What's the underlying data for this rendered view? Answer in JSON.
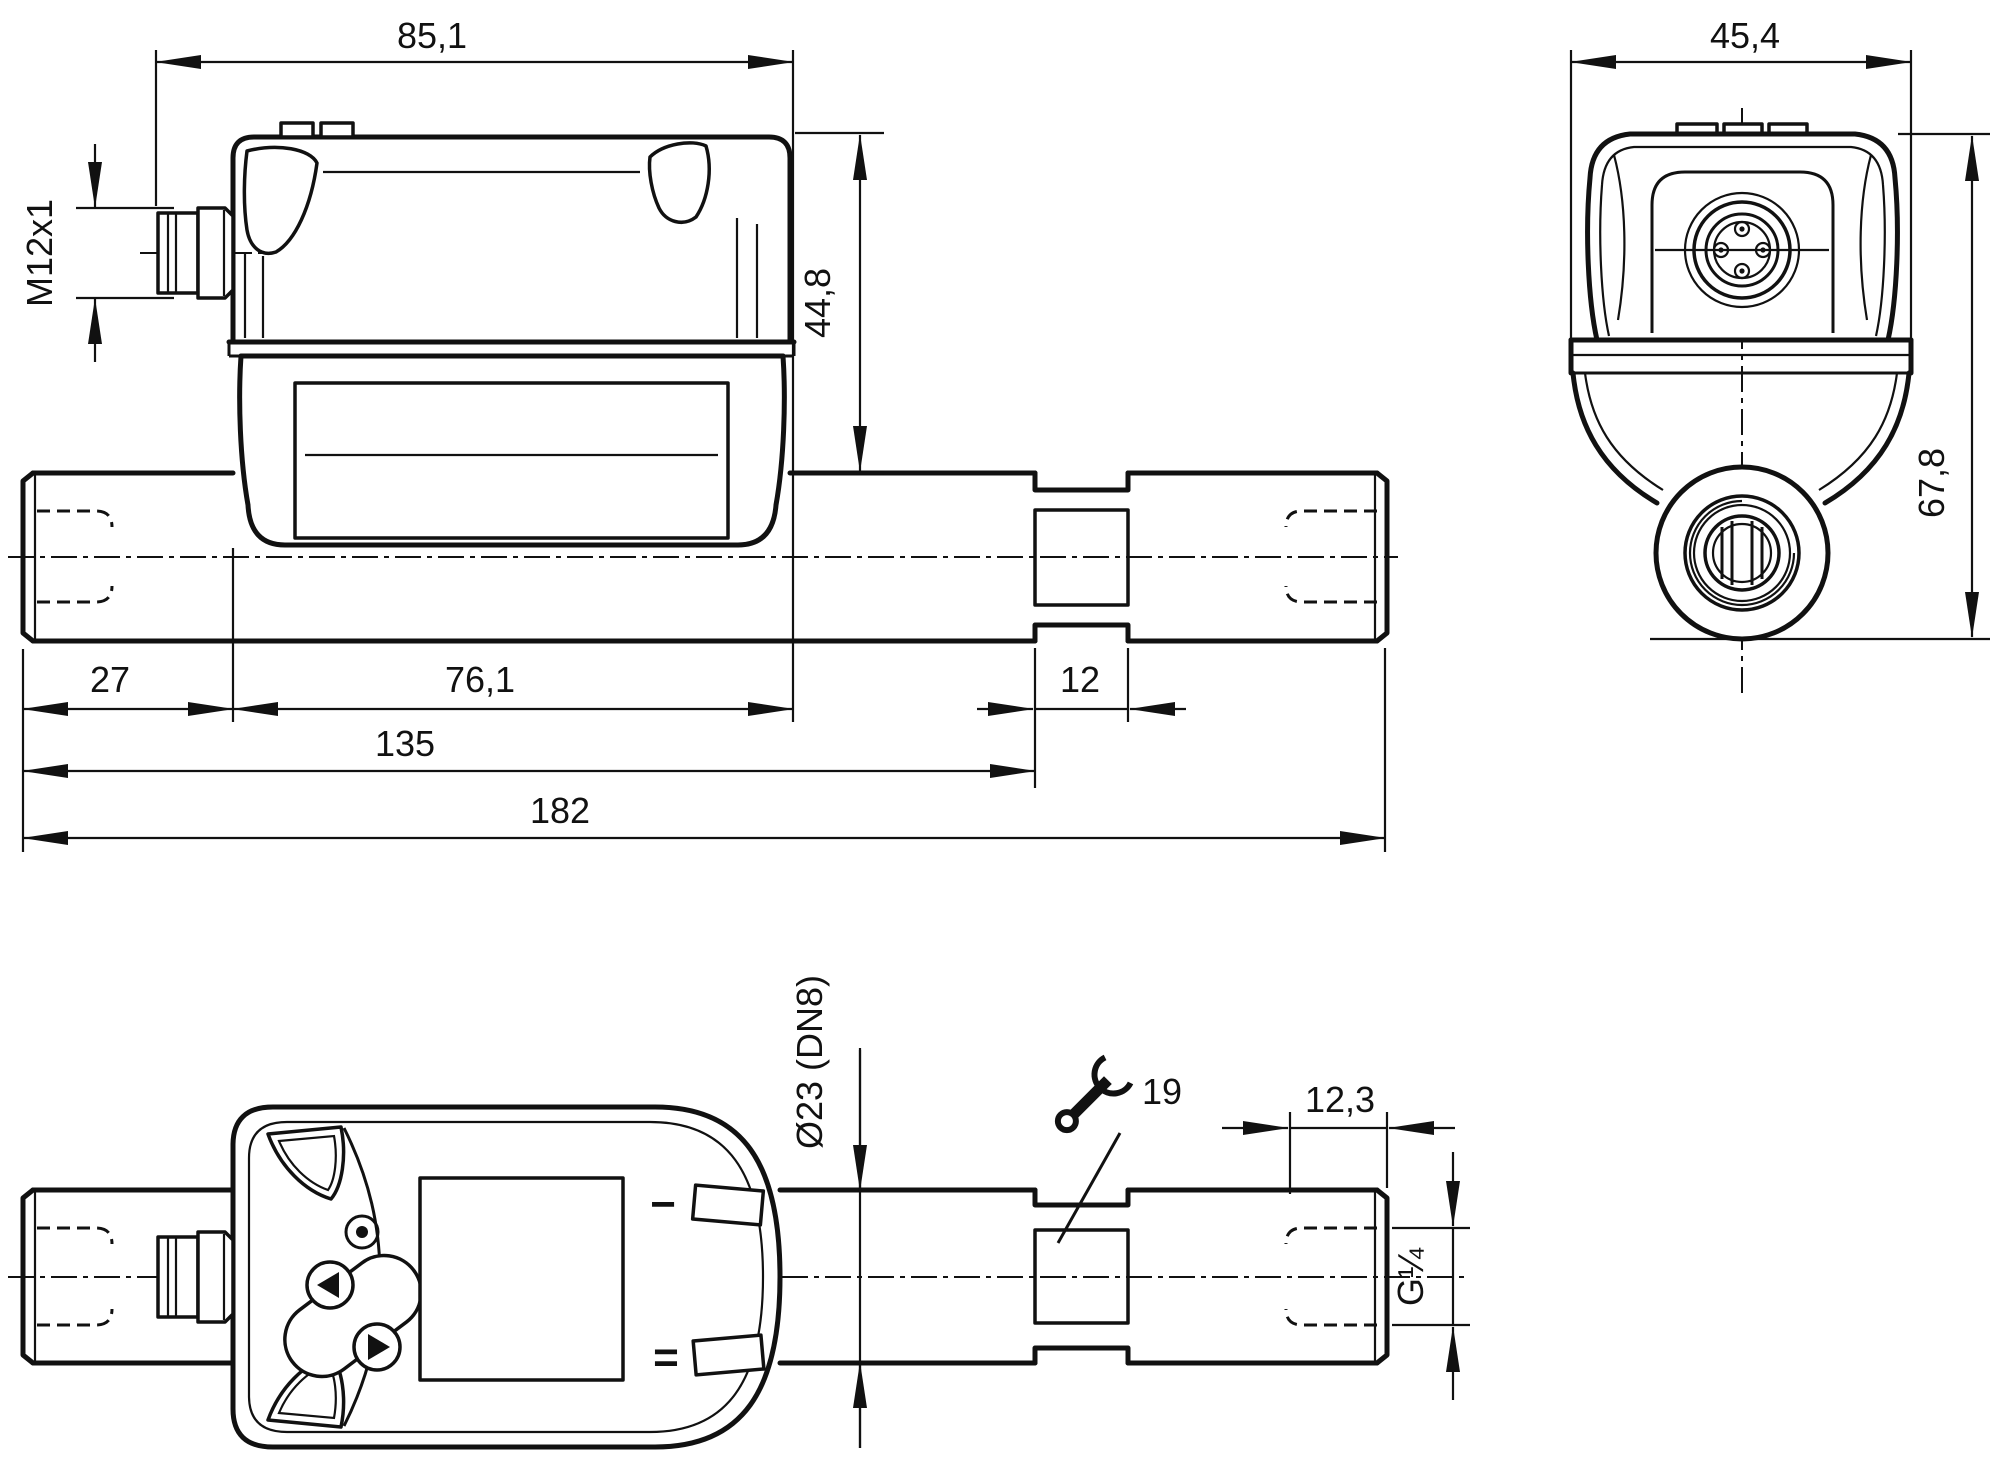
{
  "drawing_labels": {
    "side_view": {
      "width_top": "85,1",
      "connector_thread": "M12x1",
      "housing_height": "44,8",
      "inlet_length": "27",
      "housing_length": "76,1",
      "flat_length": "12",
      "length_to_flat": "135",
      "overall_length": "182"
    },
    "front_view": {
      "width": "45,4",
      "height": "67,8"
    },
    "top_view": {
      "pipe_diameter": "Ø23 (DN8)",
      "wrench_size": "19",
      "thread_length": "12,3",
      "thread_size": "G¼",
      "marker_minus": "−",
      "marker_equals": "="
    }
  },
  "colors": {
    "line": "#111111",
    "background": "#ffffff"
  }
}
